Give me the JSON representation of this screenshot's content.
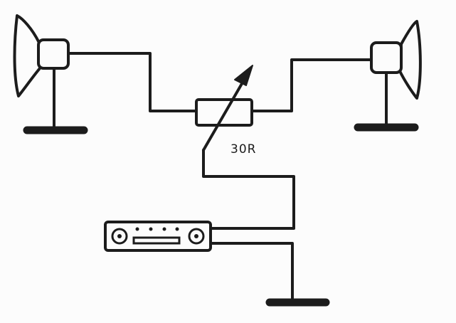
{
  "diagram": {
    "resistor_label": "30R",
    "stroke_color": "#1c1c1c",
    "background_color": "#fcfcfc"
  },
  "components": [
    {
      "name": "left-speaker",
      "icon": "speaker-icon"
    },
    {
      "name": "right-speaker",
      "icon": "speaker-icon"
    },
    {
      "name": "variable-resistor",
      "icon": "potentiometer-icon"
    },
    {
      "name": "car-radio",
      "icon": "radio-icon"
    },
    {
      "name": "ground-bar",
      "icon": "ground-icon"
    }
  ]
}
